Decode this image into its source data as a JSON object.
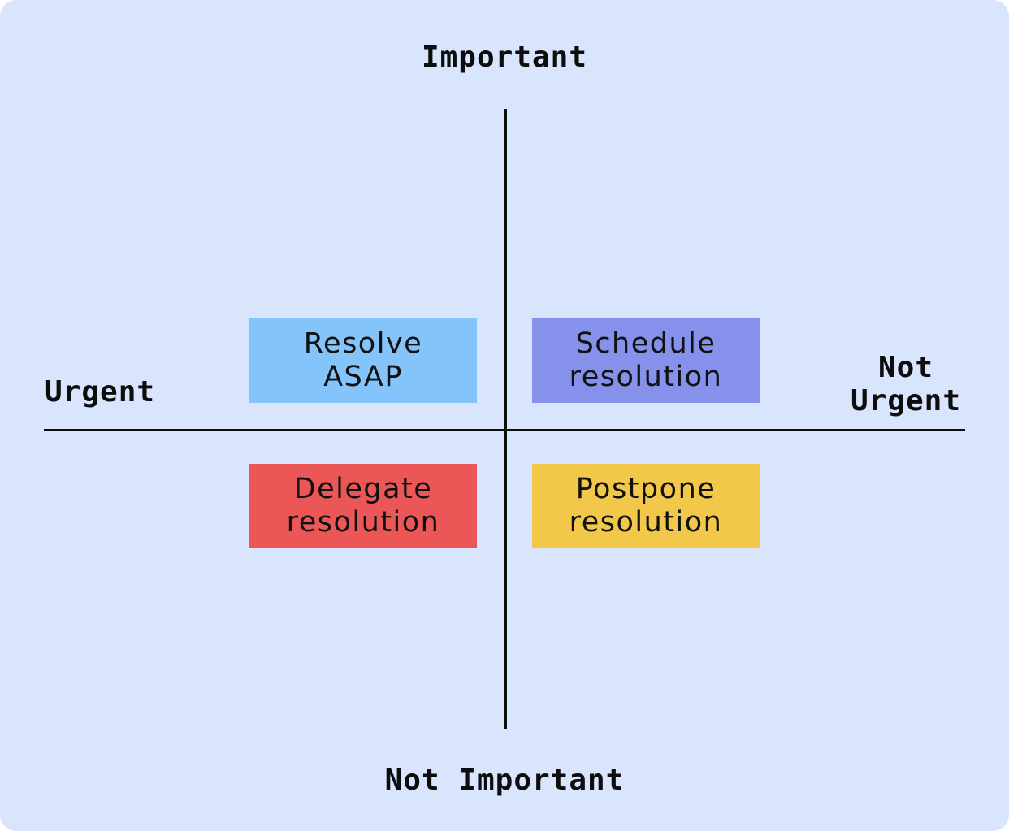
{
  "colors": {
    "background": "#d8e5fd",
    "axis": "#0d0d0d",
    "resolve_asap": "#84c4fa",
    "schedule_resolution": "#8691ec",
    "delegate_resolution": "#eb5757",
    "postpone_resolution": "#f2c84a"
  },
  "axes": {
    "top_label": "Important",
    "bottom_label": "Not Important",
    "left_label": "Urgent",
    "right_label": "Not Urgent"
  },
  "quadrants": [
    {
      "id": "top-left",
      "label": "Resolve ASAP",
      "color_key": "resolve_asap"
    },
    {
      "id": "top-right",
      "label": "Schedule resolution",
      "color_key": "schedule_resolution"
    },
    {
      "id": "bottom-left",
      "label": "Delegate resolution",
      "color_key": "delegate_resolution"
    },
    {
      "id": "bottom-right",
      "label": "Postpone resolution",
      "color_key": "postpone_resolution"
    }
  ]
}
